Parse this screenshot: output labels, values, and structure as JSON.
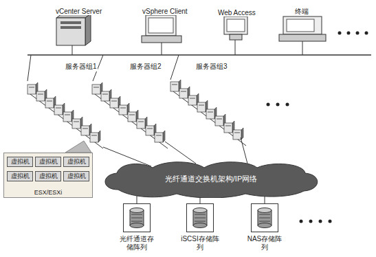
{
  "diagram": {
    "nodes": [
      {
        "text": [
          "vCenter Server"
        ]
      },
      {
        "text": [
          "vSphere Client"
        ]
      },
      {
        "text": [
          "Web Access"
        ]
      },
      {
        "text": [
          "终端"
        ]
      },
      {
        "text": [
          "ESX/ESXi"
        ]
      },
      {
        "text": [
          "虚拟机"
        ],
        "in": 4
      },
      {
        "text": [
          "虚拟机"
        ],
        "in": 4
      },
      {
        "text": [
          "虚拟机"
        ],
        "in": 4
      },
      {
        "text": [
          "虚拟机"
        ],
        "in": 4
      },
      {
        "text": [
          "虚拟机"
        ],
        "in": 4
      },
      {
        "text": [
          "虚拟机"
        ],
        "in": 4
      },
      {
        "text": [
          "光纤通道交换机架构/IP网络"
        ]
      },
      {
        "text": [
          "光纤通道存储阵列"
        ]
      },
      {
        "text": [
          "iSCSI存储阵列"
        ]
      },
      {
        "text": [
          "NAS存储阵列"
        ]
      }
    ],
    "edges": [
      {
        "from": 11,
        "to": 12,
        "arrow": "none"
      },
      {
        "from": 11,
        "to": 13,
        "arrow": "none"
      },
      {
        "from": 11,
        "to": 14,
        "arrow": "none"
      }
    ],
    "labels": [
      "服务器组1",
      "服务器组2",
      "服务器组3"
    ]
  }
}
